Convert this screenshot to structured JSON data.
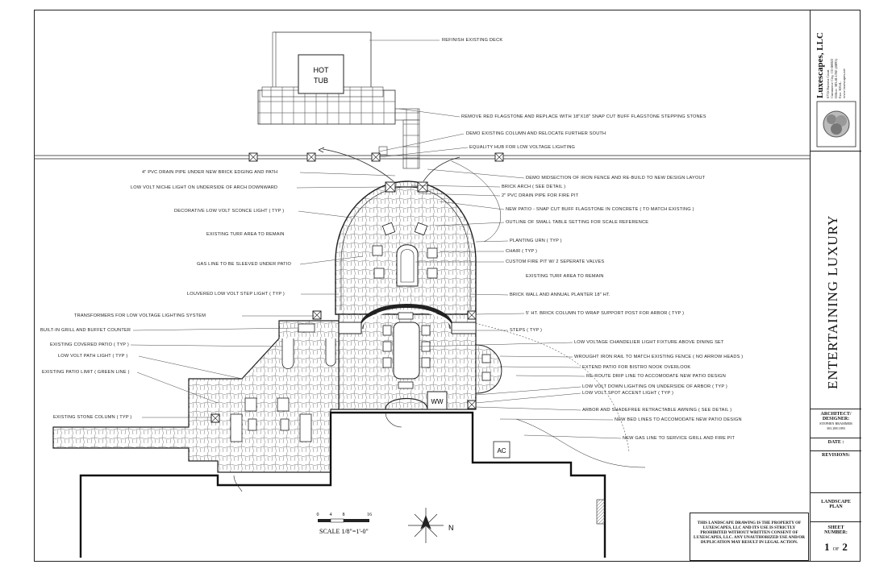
{
  "drawing": {
    "hot_tub_label_1": "HOT",
    "hot_tub_label_2": "TUB",
    "ac_label": "AC",
    "ww_label": "WW",
    "scale_ticks": [
      "0",
      "4",
      "8",
      "16"
    ],
    "scale_label": "SCALE 1/8\"=1'-0\"",
    "north_label": "N"
  },
  "notes_right": [
    "REFINISH EXISTING DECK",
    "REMOVE RED FLAGSTONE AND REPLACE WITH 18\"X18\" SNAP CUT BUFF FLAGSTONE STEPPING STONES",
    "DEMO EXISTING COLUMN AND RELOCATE FURTHER SOUTH",
    "EQUALITY HUB FOR LOW VOLTAGE LIGHTING",
    "DEMO MIDSECTION OF IRON FENCE AND RE-BUILD TO NEW DESIGN LAYOUT",
    "BRICK ARCH ( SEE DETAIL )",
    "2\" PVC DRAIN PIPE FOR FIRE PIT",
    "NEW PATIO - SNAP CUT BUFF FLAGSTONE IN CONCRETE ( TO MATCH EXISTING )",
    "OUTLINE OF SMALL TABLE SETTING FOR SCALE REFERENCE",
    "PLANTING URN ( TYP )",
    "CHAIR ( TYP )",
    "CUSTOM FIRE PIT W/ 2 SEPERATE VALVES",
    "EXISTING TURF AREA TO REMAIN",
    "BRICK WALL AND ANNUAL PLANTER 18\" HT.",
    "5' HT. BRICK COLUMN TO WRAP SUPPORT POST FOR ARBOR ( TYP )",
    "STEPS ( TYP )",
    "LOW VOLTAGE CHANDELIER LIGHT FIXTURE ABOVE DINING SET",
    "WROUGHT IRON RAIL TO MATCH EXISTING FENCE ( NO ARROW HEADS )",
    "EXTEND PATIO FOR BISTRO NOOK OVERLOOK",
    "RE-ROUTE DRIP LINE TO ACCOMODATE NEW PATIO DESIGN",
    "LOW VOLT DOWN LIGHTING ON UNDERSIDE OF ARBOR ( TYP )",
    "LOW VOLT SPOT ACCENT LIGHT ( TYP )",
    "ARBOR AND SHADEFREE RETRACTABLE AWNING ( SEE DETAIL )",
    "NEW BED LINES TO ACCOMODATE NEW PATIO DESIGN",
    "NEW GAS LINE TO SERVICE GRILL AND FIRE PIT"
  ],
  "notes_left": [
    "4\" PVC DRAIN PIPE UNDER NEW BRICK EDGING AND PATH",
    "LOW VOLT NICHE LIGHT ON UNDERSIDE OF ARCH DOWNWARD",
    "DECORATIVE LOW VOLT SCONCE LIGHT ( TYP )",
    "EXISTING TURF AREA TO REMAIN",
    "GAS LINE TO BE SLEEVED UNDER PATIO",
    "LOUVERED LOW VOLT STEP LIGHT ( TYP )",
    "TRANSFORMERS FOR LOW VOLTAGE LIGHTING SYSTEM",
    "BUILT-IN GRILL AND BUFFET COUNTER",
    "EXISTING COVERED PATIO ( TYP )",
    "LOW VOLT PATH LIGHT ( TYP )",
    "EXISTING PATIO LIMIT ( GREEN LINE )",
    "EXISTING STONE COLUMN ( TYP )"
  ],
  "title_block": {
    "company": "Luxescapes, LLC",
    "address_lines": [
      "6755 Harvest Court",
      "Commerce City, CO 80022",
      "Office: 303.8LUXE (8893)",
      "Fax: 303.8.. ",
      "www.luxescapes.net"
    ],
    "project_title": "ENTERTAINING LUXURY",
    "architect_label": "ARCHITECT/ DESIGNER:",
    "architect_name": "STEPHEN BRAMMER",
    "architect_phone": "303.288.1893",
    "date_label": "DATE :",
    "revisions_label": "REVISIONS:",
    "sheet_title": "LANDSCAPE PLAN",
    "sheet_number_label": "SHEET NUMBER:",
    "sheet_number": "1",
    "sheet_of": "OF",
    "sheet_total": "2",
    "disclaimer": "THIS LANDSCAPE DRAWING IS THE PROPERTY OF LUXESCAPES, LLC AND ITS USE IS STRICTLY PROHIBITED WITHOUT WRITTEN CONSENT OF LUXESCAPES, LLC. ANY UNAUTHORIZED USE AND/OR DUPLICATION MAY RESULT IN LEGAL ACTION."
  }
}
